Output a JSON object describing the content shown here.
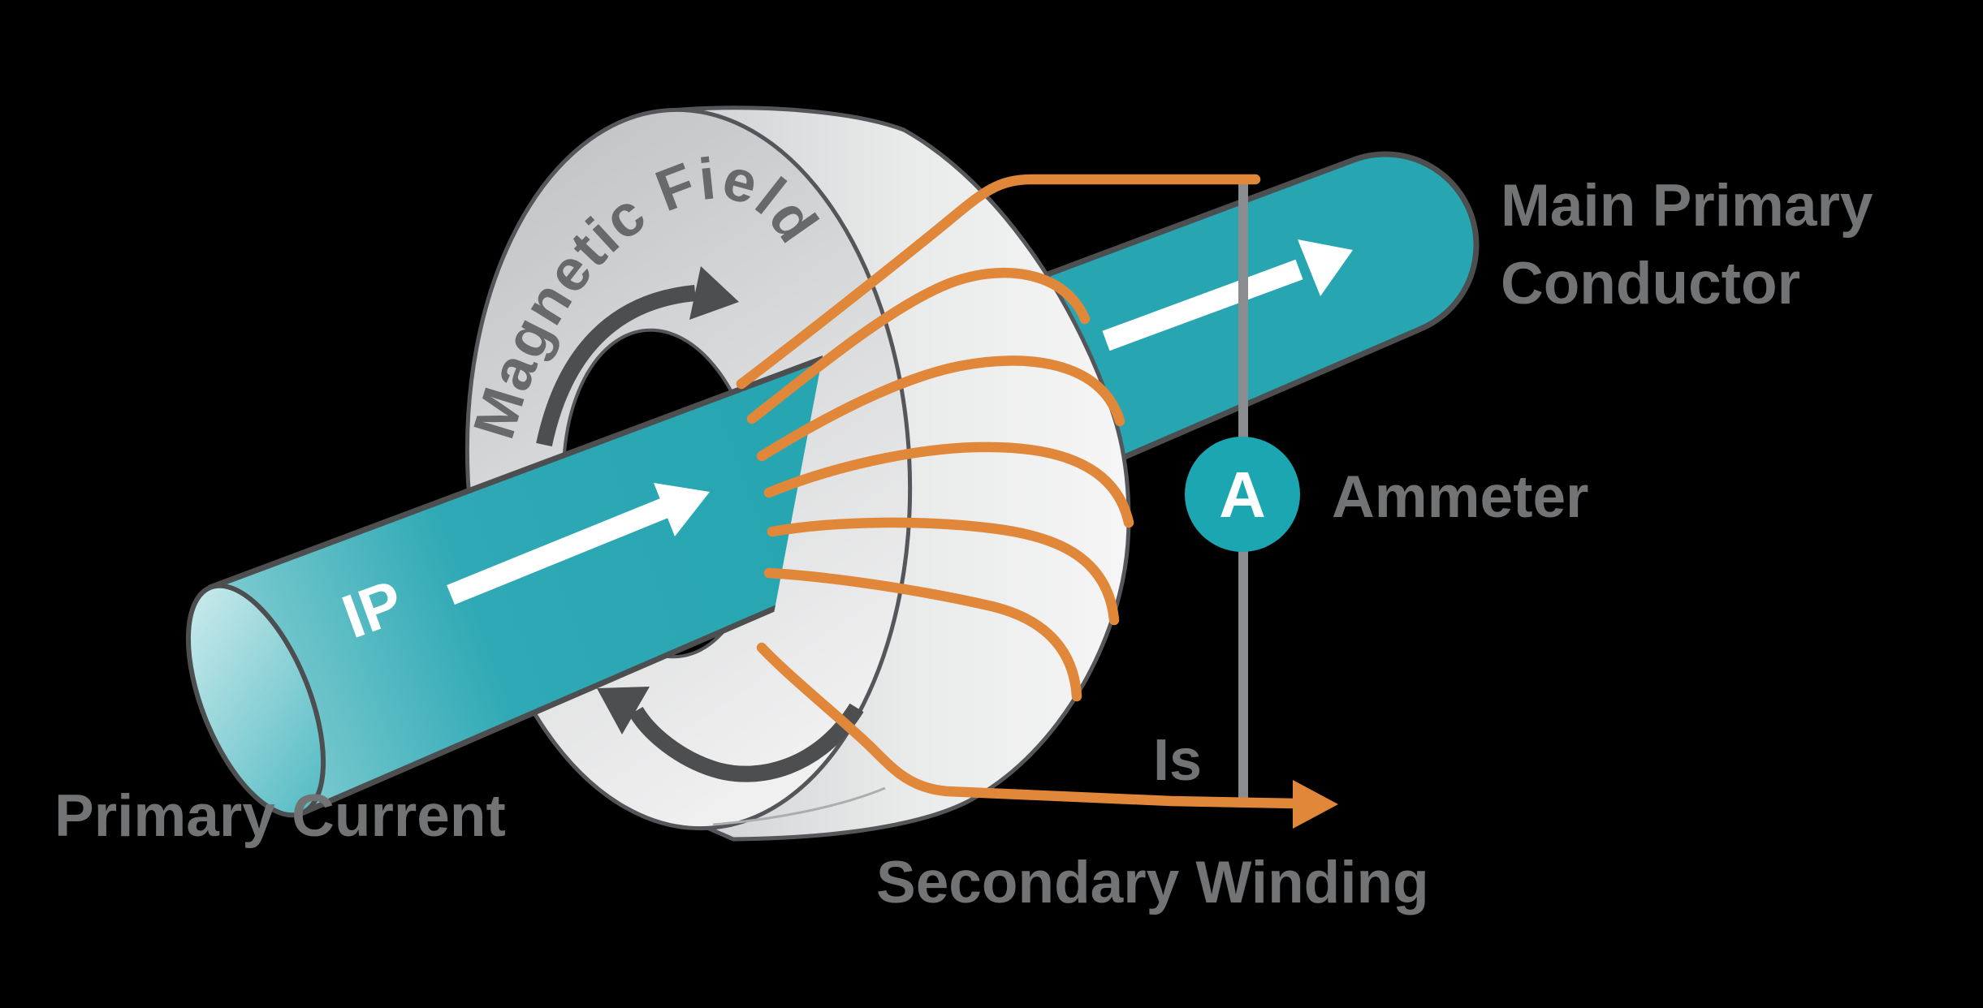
{
  "figure": {
    "type": "current-transformer-diagram",
    "background": "#000000",
    "labels": {
      "magnetic_field": "Magnetic Field",
      "primary_current_symbol": "IP",
      "primary_current": "Primary Current",
      "main_primary_conductor_line1": "Main Primary",
      "main_primary_conductor_line2": "Conductor",
      "ammeter_symbol": "A",
      "ammeter": "Ammeter",
      "secondary_current_symbol": "Is",
      "secondary_winding": "Secondary Winding"
    },
    "colors": {
      "background": "#000000",
      "conductor_teal": "#2AA7B3",
      "conductor_teal_light": "#84CED2",
      "end_cap_teal_light": "#C2E7E9",
      "end_cap_teal": "#5BBEC6",
      "ammeter_teal": "#1BA6B2",
      "winding_orange": "#E1873A",
      "core_gray_light": "#F6F6F7",
      "core_gray_mid": "#E9EAEA",
      "core_gray_dark": "#C3C5C7",
      "outline_dark": "#4D4E50",
      "field_arrow_dark": "#4D4E50",
      "label_gray": "#717375",
      "curved_text_gray": "#67696B",
      "circuit_line_gray": "#8A8C8F",
      "arrow_white": "#FFFFFF"
    },
    "winding_turn_count_visible": 7
  }
}
